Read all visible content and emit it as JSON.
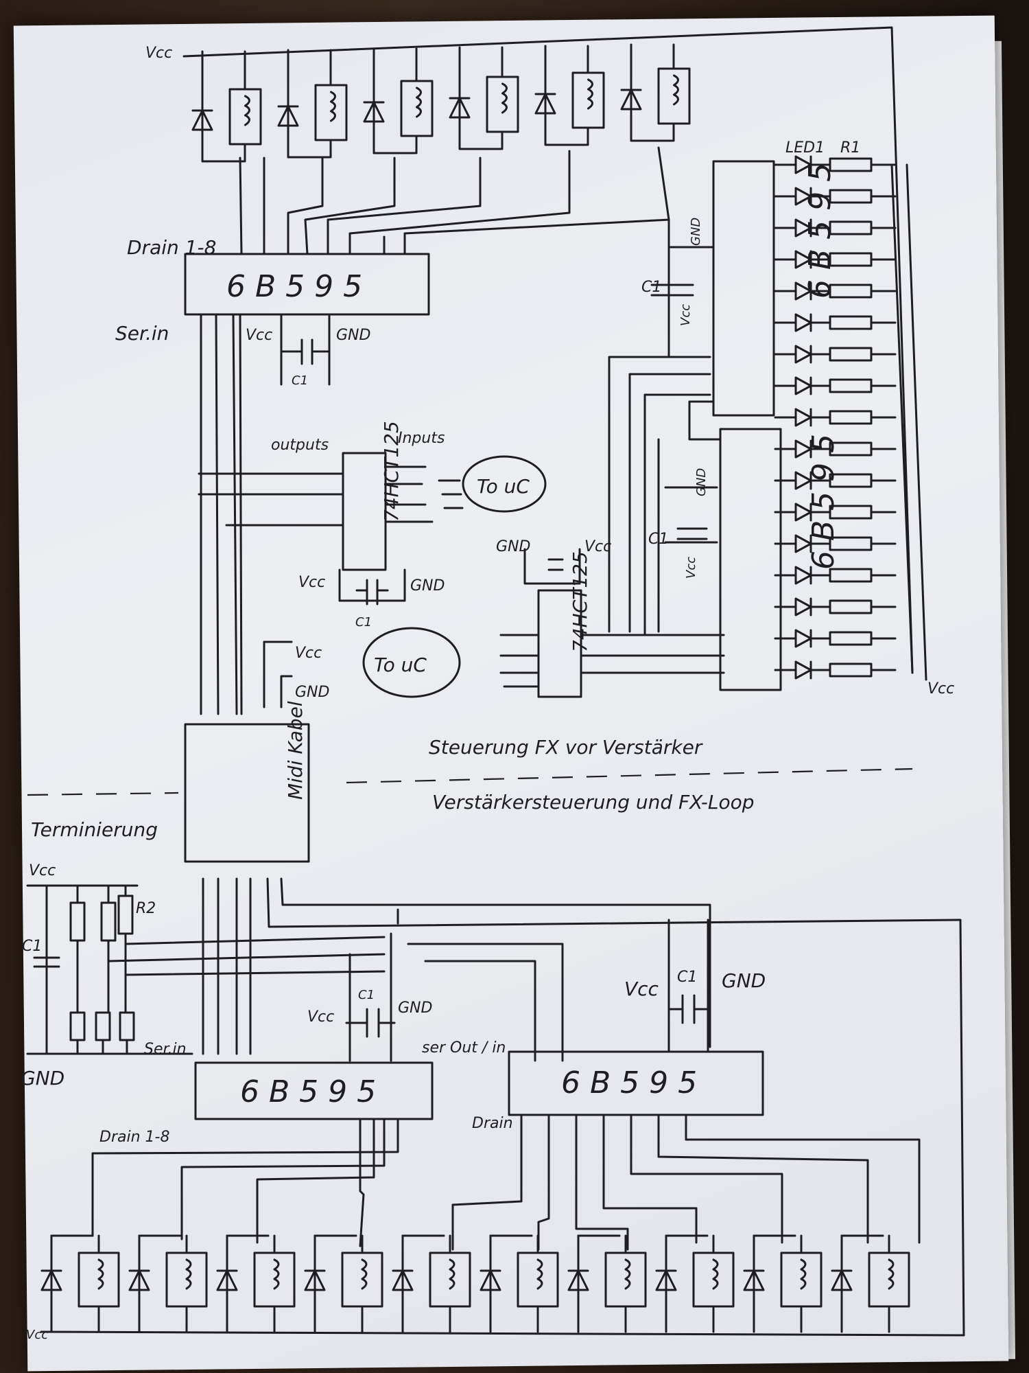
{
  "labels": {
    "vcc_top": "Vcc",
    "drain_top": "Drain 1-8",
    "serin_top": "Ser.in",
    "chip_top": "6B595",
    "vcc_c1": "Vcc",
    "gnd_c1": "GND",
    "c1_top": "C1",
    "outputs": "outputs",
    "inputs": "Inputs",
    "buffer_top": "74HCT125",
    "to_uc_1": "To uC",
    "vcc_buf": "Vcc",
    "gnd_buf": "GND",
    "c1_buf": "C1",
    "to_uc_2": "To uC",
    "vcc_left": "Vcc",
    "gnd_left": "GND",
    "buffer_mid": "74HCT125",
    "gnd_mid": "GND",
    "vcc_mid": "Vcc",
    "led1": "LED1",
    "r1": "R1",
    "chip_right_upper": "6B595",
    "chip_right_lower": "6B595",
    "c1_right_upper": "C1",
    "gnd_right_upper": "GND",
    "vcc_right_upper": "Vcc",
    "c1_right_lower": "C1",
    "gnd_right_lower": "GND",
    "vcc_right_lower": "Vcc",
    "vcc_right_bottom": "Vcc",
    "midi_cable": "Midi Kabel",
    "section_top": "Steuerung FX vor Verstärker",
    "section_bottom": "Verstärkersteuerung und FX-Loop",
    "termination": "Terminierung",
    "vcc_term": "Vcc",
    "c1_term": "C1",
    "r2": "R2",
    "gnd_term": "GND",
    "serin_bottom": "Ser.in",
    "vcc_bottom_c1": "Vcc",
    "c1_bottom": "C1",
    "gnd_bottom_c1": "GND",
    "serout_in": "ser Out / in",
    "vcc_bottom_right": "Vcc",
    "c1_bottom_right": "C1",
    "gnd_bottom_right": "GND",
    "chip_bottom_left": "6B595",
    "chip_bottom_right": "6B595",
    "drain_bottom_left": "Drain 1-8",
    "drain_bottom_right": "Drain",
    "vcc_bottom": "Vcc"
  }
}
